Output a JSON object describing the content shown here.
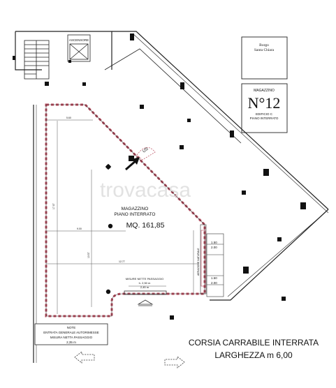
{
  "titleblock": {
    "place_line1": "Borgo",
    "place_line2": "Santa Chiara",
    "unit_label": "MAGAZZINO",
    "unit_number": "N°12",
    "building_line1": "EDIFICIO C",
    "building_line2": "PIANO INTERRATO"
  },
  "room": {
    "name_line1": "MAGAZZINO",
    "name_line2": "PIANO INTERRATO",
    "area": "MQ. 161,85"
  },
  "elevator_label": "ASCENSORE",
  "door_tag": "US",
  "side_label": "AERAZIONE NATURALE",
  "heights": [
    "1.50",
    "2.00",
    "1.50",
    "2.00"
  ],
  "passage": {
    "line1": "MISURE NETTE PASSAGGIO",
    "line2": "h. 2,50 m",
    "line3": "2,45 m"
  },
  "note": {
    "line1": "NOTE",
    "line2": "ENTRATA GENERALE AUTORIMESSE",
    "line3": "MISURA NETTA PASSAGGIO",
    "line4": "2,35 m"
  },
  "corridor": {
    "line1": "CORSIA CARRABILE INTERRATA",
    "line2": "LARGHEZZA m 6,00"
  },
  "watermark": "trovacasa"
}
